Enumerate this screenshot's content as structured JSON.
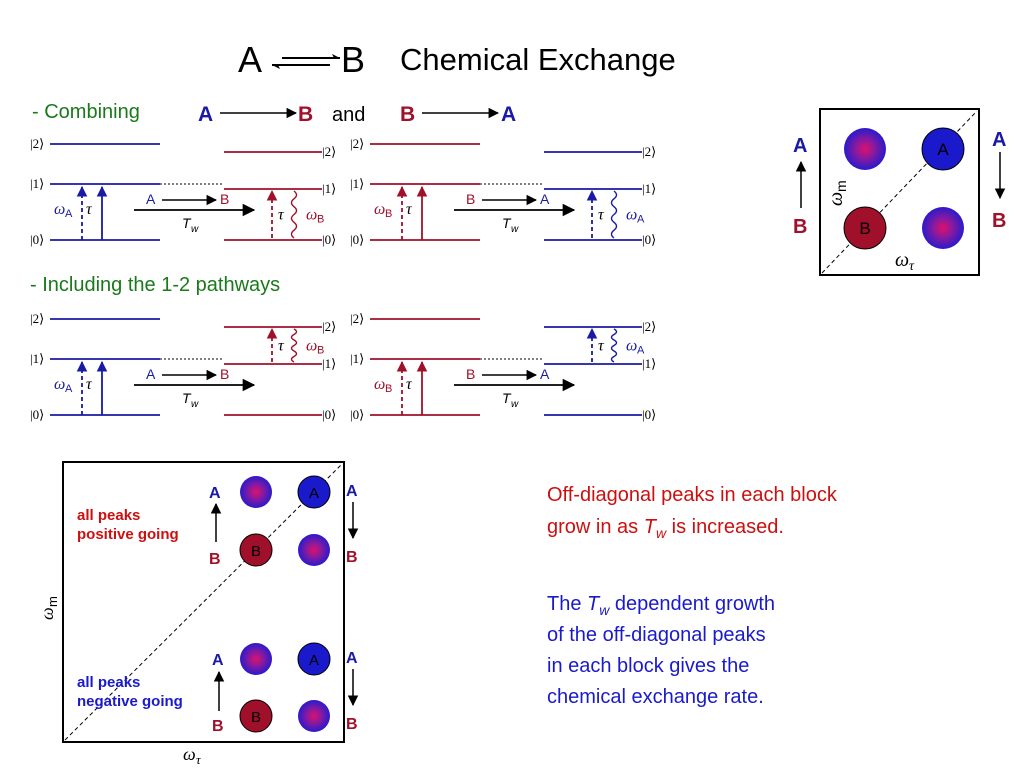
{
  "title": {
    "species_a": "A",
    "species_b": "B",
    "text": "Chemical Exchange"
  },
  "combining": {
    "heading": "- Combining",
    "pathway1_from": "A",
    "pathway1_to": "B",
    "conjunction": "and",
    "pathway2_from": "B",
    "pathway2_to": "A"
  },
  "including": {
    "heading": "- Including the 1-2 pathways"
  },
  "levels": {
    "ket0": "|0⟩",
    "ket1": "|1⟩",
    "ket2": "|2⟩"
  },
  "symbols": {
    "omega": "ω",
    "tau": "τ",
    "tw_T": "T",
    "tw_sub": "w",
    "sub_A": "A",
    "sub_B": "B",
    "sub_m": "m",
    "A": "A",
    "B": "B"
  },
  "small_spectrum": {
    "left_arrow_top": "A",
    "left_arrow_bottom": "B",
    "right_arrow_top": "A",
    "right_arrow_bottom": "B",
    "peak_A": "A",
    "peak_B": "B"
  },
  "big_spectrum": {
    "upper_label_line1": "all peaks",
    "upper_label_line2": "positive going",
    "lower_label_line1": "all peaks",
    "lower_label_line2": "negative going"
  },
  "notes": {
    "p1_line1": "Off-diagonal peaks in each block",
    "p1_line2_pre": "grow in as ",
    "p1_line2_T": "T",
    "p1_line2_w": "w",
    "p1_line2_post": " is increased.",
    "p2_line1_pre": "The ",
    "p2_line1_T": "T",
    "p2_line1_w": "w",
    "p2_line1_post": " dependent growth",
    "p2_line2": "of the off-diagonal peaks",
    "p2_line3": "in each block gives the",
    "p2_line4": "chemical exchange rate."
  },
  "colors": {
    "species_a": "#1a1aa6",
    "species_b": "#a0102a",
    "green": "#1a7a1a",
    "red_text": "#cc1010",
    "blue_text": "#1a1acc"
  }
}
